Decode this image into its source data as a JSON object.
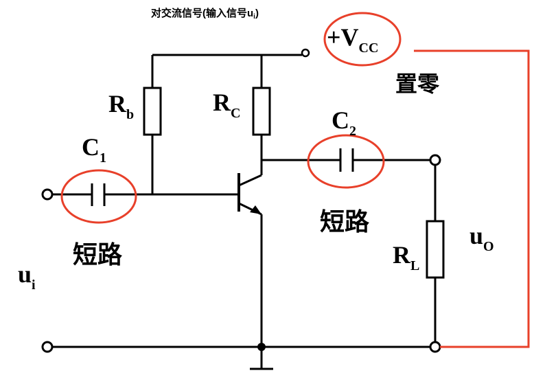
{
  "title": {
    "main": "对交流信号(输入信号u",
    "sub": "i",
    "close": ")"
  },
  "supply": {
    "sign": "+",
    "main": "V",
    "sub": "CC"
  },
  "supply_note": "置零",
  "components": {
    "rb": {
      "main": "R",
      "sub": "b"
    },
    "rc": {
      "main": "R",
      "sub": "C"
    },
    "c1": {
      "main": "C",
      "sub": "1"
    },
    "c2": {
      "main": "C",
      "sub": "2"
    },
    "rl": {
      "main": "R",
      "sub": "L"
    }
  },
  "short_note_c1": "短路",
  "short_note_c2": "短路",
  "ports": {
    "ui": {
      "main": "u",
      "sub": "i"
    },
    "uo": {
      "main": "u",
      "sub": "O"
    }
  },
  "colors": {
    "wire": "#000000",
    "highlight": "#e8402a",
    "background": "#ffffff"
  }
}
